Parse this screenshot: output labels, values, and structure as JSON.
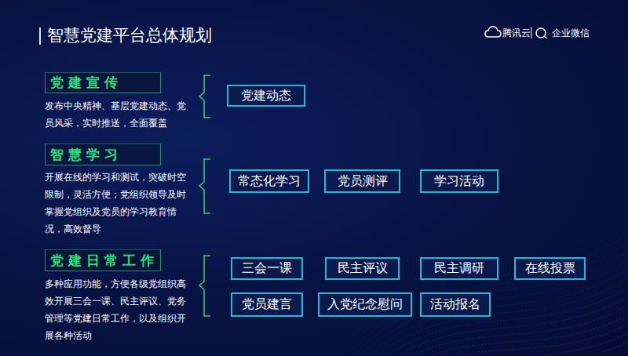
{
  "diagram": {
    "title": "智慧党建平台总体规划",
    "nodes": [
      {
        "text": [
          "党 建 宣 传"
        ]
      },
      {
        "text": [
          "党建动态"
        ]
      },
      {
        "text": [
          "智 慧 学 习"
        ]
      },
      {
        "text": [
          "常态化学习"
        ]
      },
      {
        "text": [
          "党员测评"
        ]
      },
      {
        "text": [
          "学习活动"
        ]
      },
      {
        "text": [
          "党 建 日 常 工 作"
        ]
      },
      {
        "text": [
          "三会一课"
        ]
      },
      {
        "text": [
          "民主评议"
        ]
      },
      {
        "text": [
          "民主调研"
        ]
      },
      {
        "text": [
          "在线投票"
        ]
      },
      {
        "text": [
          "党员建言"
        ]
      },
      {
        "text": [
          "入党纪念慰问"
        ]
      },
      {
        "text": [
          "活动报名"
        ]
      }
    ],
    "labels": [
      "腾讯云",
      "企业微信",
      "发布中央精神、基层党建动态、党员风采，实时推送，全面覆盖",
      "开展在线的学习和测试，突破时空限制，灵活方便；党组织领导及时掌握党组织及党员的学习教育情况，高效督导",
      "多种应用功能，方便各级党组织高效开展三会一课、民主评议、党务管理等党建日常工作，以及组织开展各种活动"
    ]
  }
}
